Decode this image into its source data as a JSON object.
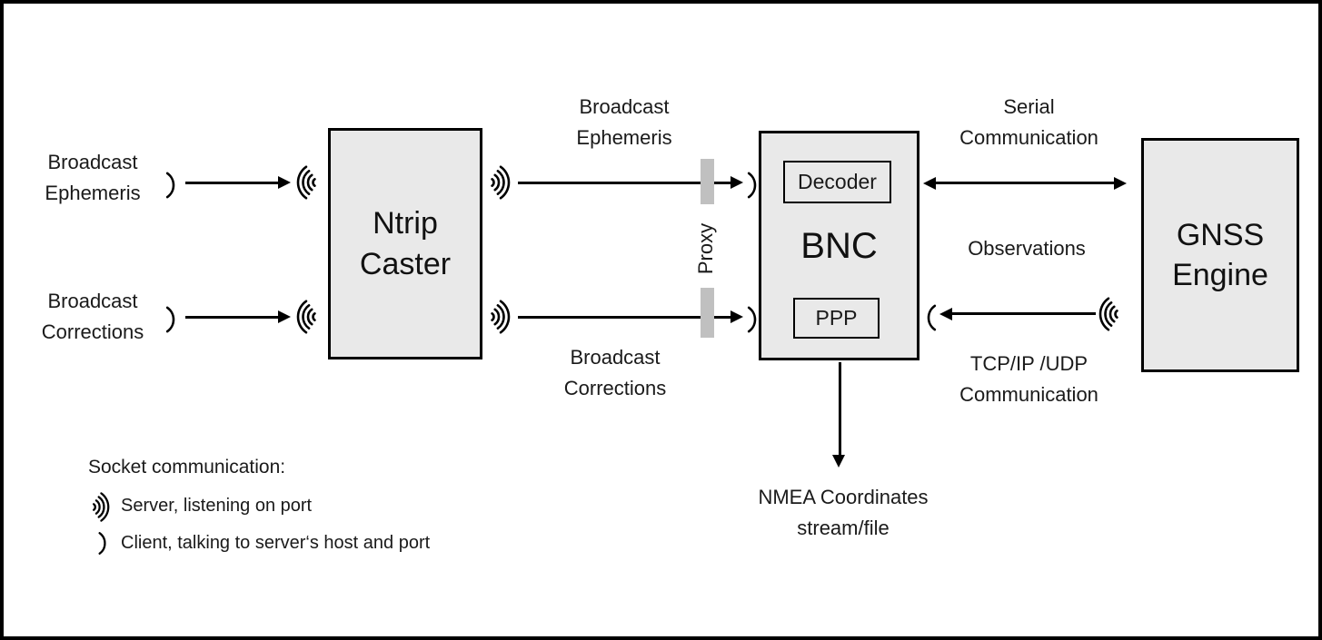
{
  "nodes": {
    "ntrip_caster": {
      "label": "Ntrip\nCaster"
    },
    "bnc": {
      "label": "BNC",
      "decoder_label": "Decoder",
      "ppp_label": "PPP"
    },
    "gnss_engine": {
      "label": "GNSS\nEngine"
    }
  },
  "flow_labels": {
    "broadcast_ephemeris_source": "Broadcast\nEphemeris",
    "broadcast_corrections_source": "Broadcast\nCorrections",
    "broadcast_ephemeris_stream": "Broadcast\nEphemeris",
    "broadcast_corrections_stream": "Broadcast\nCorrections",
    "proxy": "Proxy",
    "serial_communication": "Serial\nCommunication",
    "observations": "Observations",
    "tcpip_udp_communication": "TCP/IP /UDP\nCommunication",
    "nmea_output": "NMEA Coordinates\nstream/file"
  },
  "legend": {
    "title": "Socket communication:",
    "server_item": "Server, listening on port",
    "client_item": "Client, talking to server‘s host and port"
  },
  "icons": {
    "socket_server_icon": "nested radio-wave arcs",
    "socket_client_icon": "single arc (parenthesis)"
  },
  "colors": {
    "box_fill": "#e9e9e9",
    "box_border": "#000000",
    "arrow_line": "#000000",
    "proxy_bar": "#c0c0c0",
    "background": "#ffffff"
  }
}
